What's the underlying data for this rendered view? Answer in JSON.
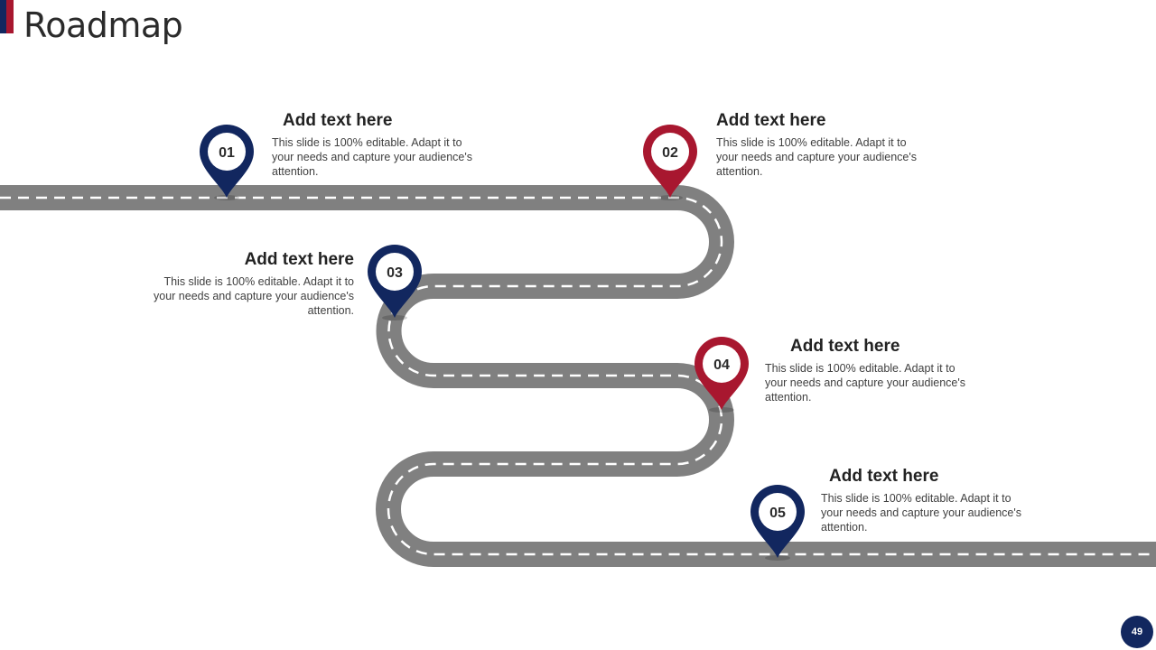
{
  "title": "Roadmap",
  "page_number": "49",
  "colors": {
    "navy": "#12275f",
    "red": "#a8172f",
    "road": "#808080",
    "dash": "#ffffff"
  },
  "milestones": [
    {
      "number": "01",
      "color": "navy",
      "heading": "Add text here",
      "body": "This slide is 100% editable. Adapt it to your needs and capture your audience's attention."
    },
    {
      "number": "02",
      "color": "red",
      "heading": "Add text here",
      "body": "This slide is 100% editable. Adapt it to your needs and capture your audience's attention."
    },
    {
      "number": "03",
      "color": "navy",
      "heading": "Add text here",
      "body": "This slide is 100% editable. Adapt it to your needs and capture your audience's attention."
    },
    {
      "number": "04",
      "color": "red",
      "heading": "Add text here",
      "body": "This slide is 100% editable. Adapt it to your needs and capture your audience's attention."
    },
    {
      "number": "05",
      "color": "navy",
      "heading": "Add text here",
      "body": "This slide is 100% editable. Adapt it to your needs and capture your audience's attention."
    }
  ]
}
